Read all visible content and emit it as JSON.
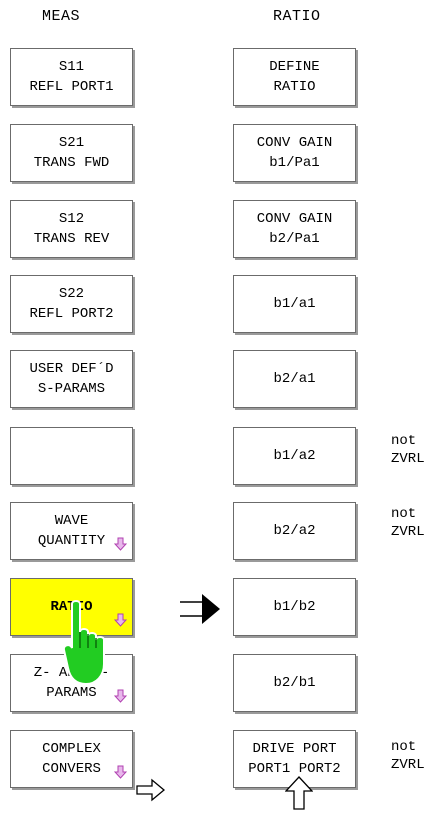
{
  "columns": {
    "meas": "MEAS",
    "ratio": "RATIO"
  },
  "meas_keys": [
    {
      "label": "S11\nREFL PORT1"
    },
    {
      "label": "S21\nTRANS FWD"
    },
    {
      "label": "S12\nTRANS REV"
    },
    {
      "label": "S22\nREFL PORT2"
    },
    {
      "label": "USER DEF´D\nS-PARAMS"
    },
    {
      "label": ""
    },
    {
      "label": "WAVE\nQUANTITY"
    },
    {
      "label": "RATIO"
    },
    {
      "label": "Z- AND Y-\nPARAMS"
    },
    {
      "label": "COMPLEX\nCONVERS"
    }
  ],
  "ratio_keys": [
    {
      "label": "DEFINE\nRATIO"
    },
    {
      "label": "CONV GAIN\nb1/Pa1"
    },
    {
      "label": "CONV GAIN\nb2/Pa1"
    },
    {
      "label": "b1/a1"
    },
    {
      "label": "b2/a1"
    },
    {
      "label": "b1/a2"
    },
    {
      "label": "b2/a2"
    },
    {
      "label": "b1/b2"
    },
    {
      "label": "b2/b1"
    },
    {
      "label": "DRIVE PORT\nPORT1 PORT2"
    }
  ],
  "notes": {
    "b1_a2": "not\nZVRL",
    "b2_a2": "not\nZVRL",
    "drive_port": "not\nZVRL"
  },
  "icons": {
    "submenu": "submenu-arrow-icon",
    "pointer": "hand-pointer-icon",
    "transition": "right-arrow-icon",
    "next": "next-arrow-icon",
    "back": "up-arrow-icon"
  },
  "colors": {
    "active_key": "#ffff00",
    "pointer": "#22cc22",
    "submenu_arrow": "#cc66cc"
  }
}
